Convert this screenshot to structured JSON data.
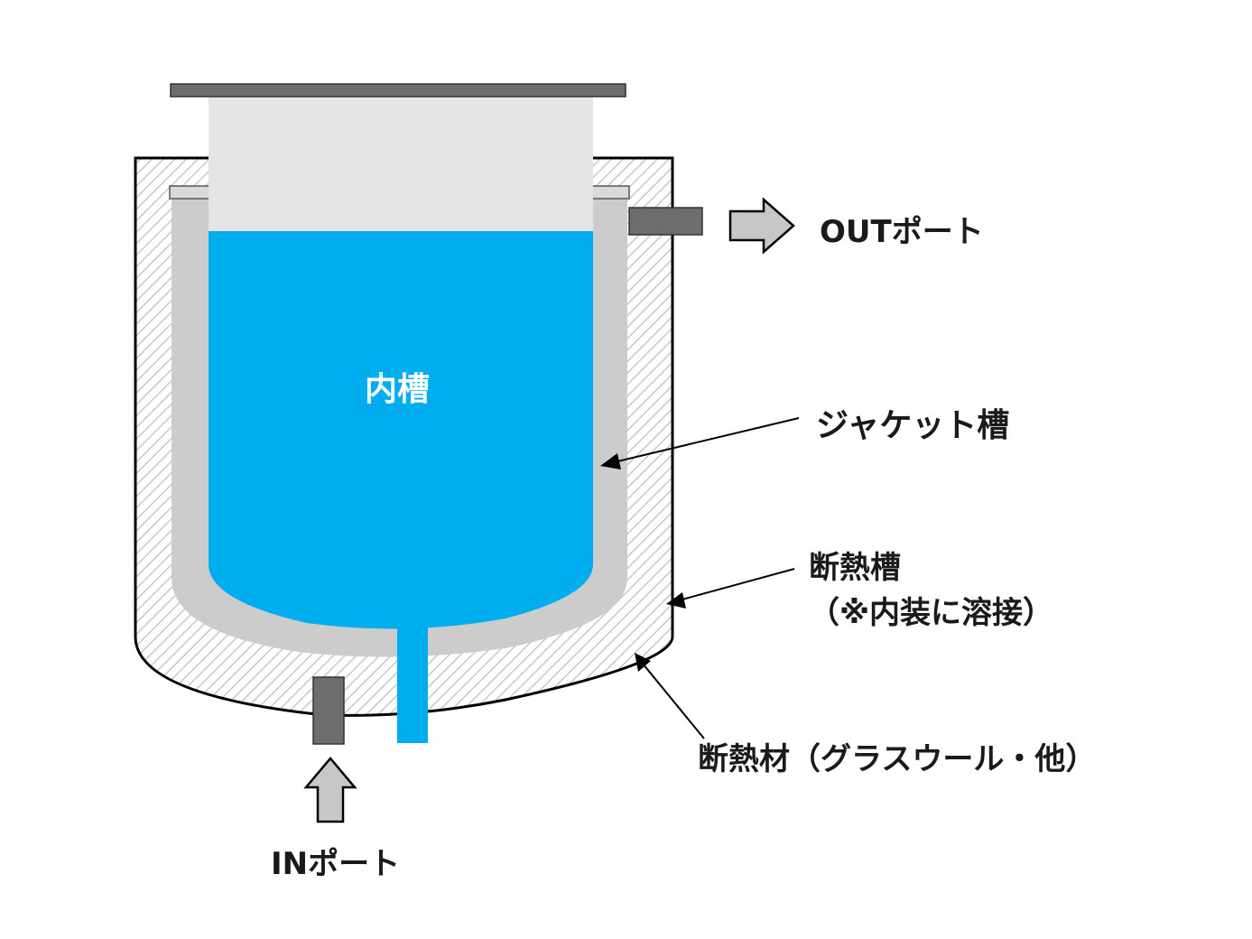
{
  "labels": {
    "inner_tank": "内槽",
    "jacket_tank": "ジャケット槽",
    "insulation_tank": "断熱槽",
    "insulation_tank_note": "（※内装に溶接）",
    "insulation_material": "断熱材（グラスウール・他）",
    "out_port": "OUTポート",
    "in_port": "INポート"
  },
  "colors": {
    "liquid": "#00AEEF",
    "jacket": "#CCCCCC",
    "inner_wall": "#E6E4E6",
    "pipe": "#6D6D6D",
    "lid": "#6D6D6D",
    "arrow_fill": "#C7C7C7",
    "outline": "#000000",
    "hatch": "#BDBDBD"
  }
}
